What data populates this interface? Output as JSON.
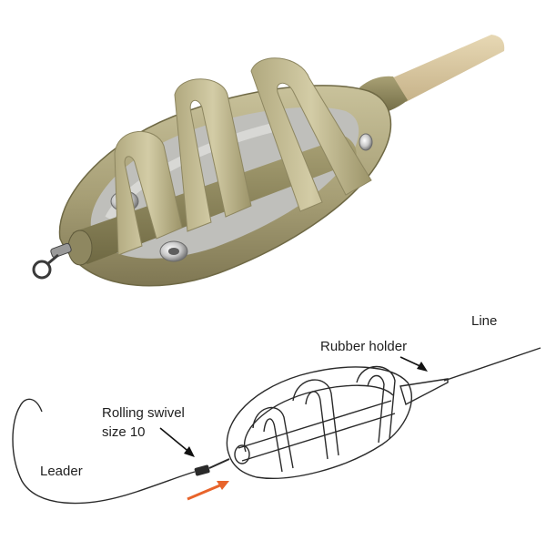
{
  "labels": {
    "line": "Line",
    "rubber_holder": "Rubber holder",
    "rolling_swivel_line1": "Rolling swivel",
    "rolling_swivel_line2": "size 10",
    "leader": "Leader"
  },
  "colors": {
    "feeder_olive": "#a79f76",
    "feeder_dark": "#7f7753",
    "feeder_light": "#cbc39c",
    "tube_olive": "#958d5d",
    "sleeve_tan": "#ddc9a1",
    "drawing_line": "#2a2a2a",
    "arrow_orange": "#e8642b"
  }
}
